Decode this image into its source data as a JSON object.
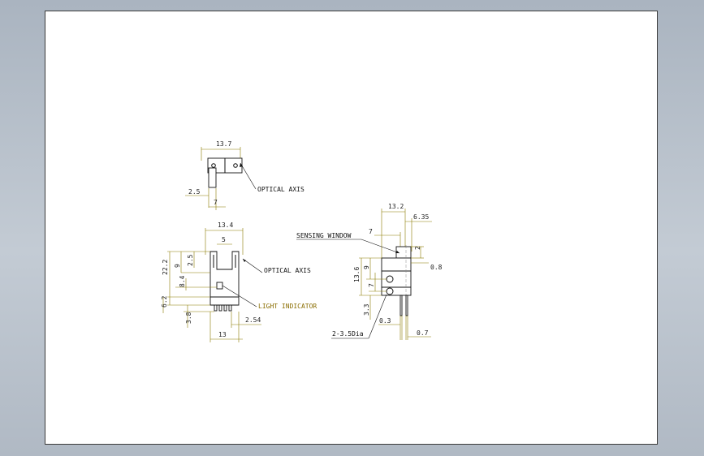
{
  "top_view": {
    "dims": {
      "width": "13.7",
      "lead_offset": "2.5",
      "lead_pos": "7"
    },
    "callout": "OPTICAL AXIS"
  },
  "front_view": {
    "dims": {
      "width": "13.4",
      "slot": "5",
      "height": "22.2",
      "d_9": "9",
      "d_2_5": "2.5",
      "d_8_4": "8.4",
      "d_6_2": "6.2",
      "d_3_8": "3.8",
      "bottom_width": "13",
      "pitch": "2.54"
    },
    "callouts": {
      "axis": "OPTICAL AXIS",
      "indicator": "LIGHT INDICATOR"
    }
  },
  "side_view": {
    "dims": {
      "width": "13.2",
      "window_pos": "7",
      "d_6_35": "6.35",
      "d_2": "2",
      "d_0_8": "0.8",
      "d_9": "9",
      "d_13_6": "13.6",
      "d_7": "7",
      "d_3_3": "3.3",
      "d_0_3": "0.3",
      "d_0_7": "0.7"
    },
    "callouts": {
      "window": "SENSING WINDOW",
      "holes": "2-3.5Dia"
    }
  }
}
